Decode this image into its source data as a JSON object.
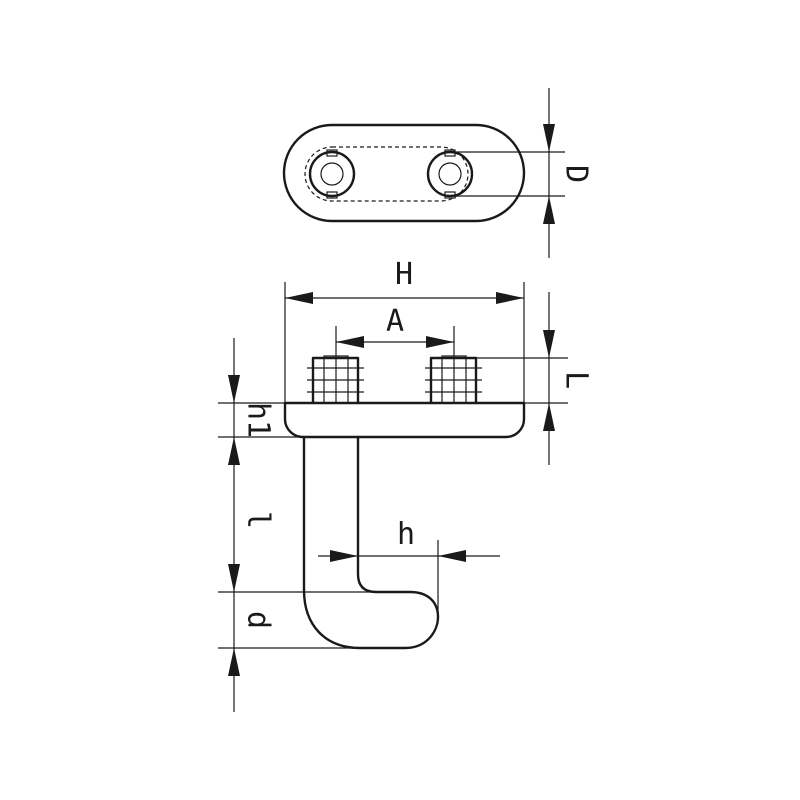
{
  "diagram": {
    "labels": {
      "H": "H",
      "A": "A",
      "D": "D",
      "L": "L",
      "h1": "h1",
      "l": "l",
      "h": "h",
      "d": "d"
    }
  }
}
